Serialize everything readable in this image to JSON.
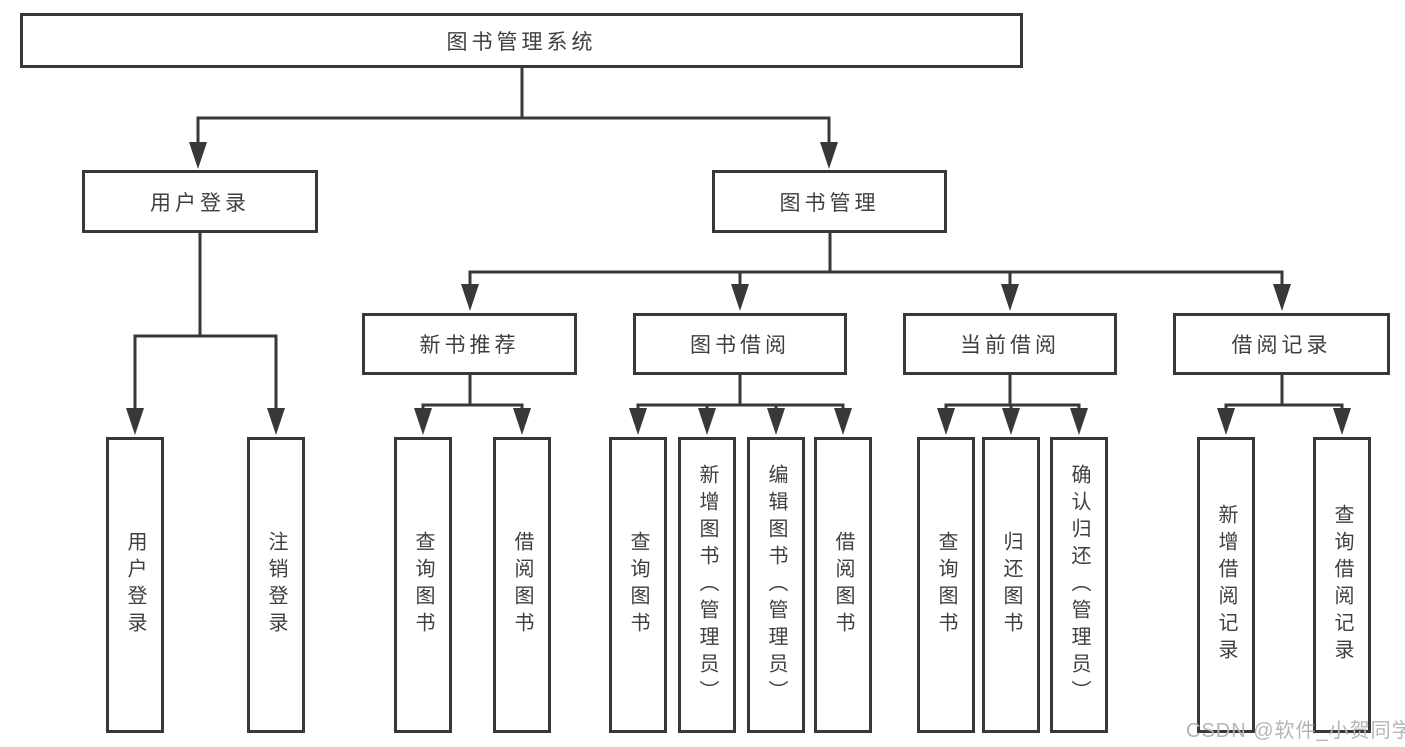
{
  "diagram": {
    "type": "hierarchy-diagram",
    "title": "图书管理系统"
  },
  "nodes": {
    "root": {
      "label": "图书管理系统"
    },
    "level2": [
      {
        "label": "用户登录"
      },
      {
        "label": "图书管理"
      }
    ],
    "level3": [
      {
        "label": "新书推荐"
      },
      {
        "label": "图书借阅"
      },
      {
        "label": "当前借阅"
      },
      {
        "label": "借阅记录"
      }
    ],
    "level4": [
      {
        "label": "用户登录"
      },
      {
        "label": "注销登录"
      },
      {
        "label": "查询图书"
      },
      {
        "label": "借阅图书"
      },
      {
        "label": "查询图书"
      },
      {
        "label": "新增图书（管理员）"
      },
      {
        "label": "编辑图书（管理员）"
      },
      {
        "label": "借阅图书"
      },
      {
        "label": "查询图书"
      },
      {
        "label": "归还图书"
      },
      {
        "label": "确认归还（管理员）"
      },
      {
        "label": "新增借阅记录"
      },
      {
        "label": "查询借阅记录"
      }
    ]
  },
  "hierarchy": {
    "图书管理系统": {
      "用户登录": [
        "用户登录",
        "注销登录"
      ],
      "图书管理": {
        "新书推荐": [
          "查询图书",
          "借阅图书"
        ],
        "图书借阅": [
          "查询图书",
          "新增图书（管理员）",
          "编辑图书（管理员）",
          "借阅图书"
        ],
        "当前借阅": [
          "查询图书",
          "归还图书",
          "确认归还（管理员）"
        ],
        "借阅记录": [
          "新增借阅记录",
          "查询借阅记录"
        ]
      }
    }
  },
  "watermark": {
    "text": "CSDN @软件_小贺同学"
  },
  "colors": {
    "line": "#383838",
    "box_border": "#383838",
    "text": "#3f3f3f",
    "watermark": "#b5b5b5",
    "background": "#ffffff"
  }
}
